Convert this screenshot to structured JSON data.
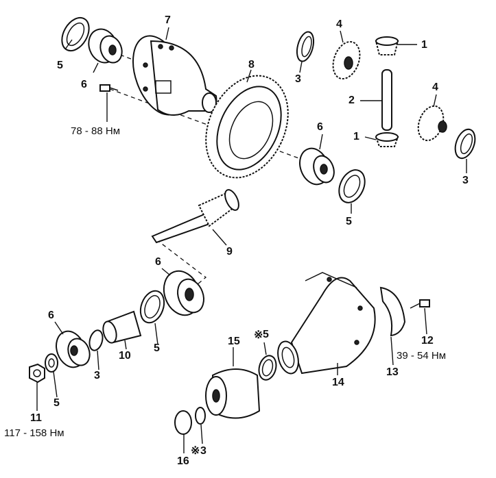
{
  "callouts": {
    "c1a": "1",
    "c1b": "1",
    "c2": "2",
    "c3a": "3",
    "c3b": "3",
    "c3c": "3",
    "c3d": "3",
    "c4a": "4",
    "c4b": "4",
    "c5a": "5",
    "c5b": "5",
    "c5c": "5",
    "c5d": "5",
    "c5e": "5",
    "c6a": "6",
    "c6b": "6",
    "c6c": "6",
    "c6d": "6",
    "c7": "7",
    "c8": "8",
    "c9": "9",
    "c10": "10",
    "c11": "11",
    "c12": "12",
    "c13": "13",
    "c14": "14",
    "c15": "15",
    "c16": "16"
  },
  "marks": {
    "asterisk_1": "※",
    "asterisk_2": "※"
  },
  "torque": {
    "bolt_7": "78 - 88 Нм",
    "bolt_12": "39 - 54 Нм",
    "nut_11": "117 - 158 Нм"
  }
}
